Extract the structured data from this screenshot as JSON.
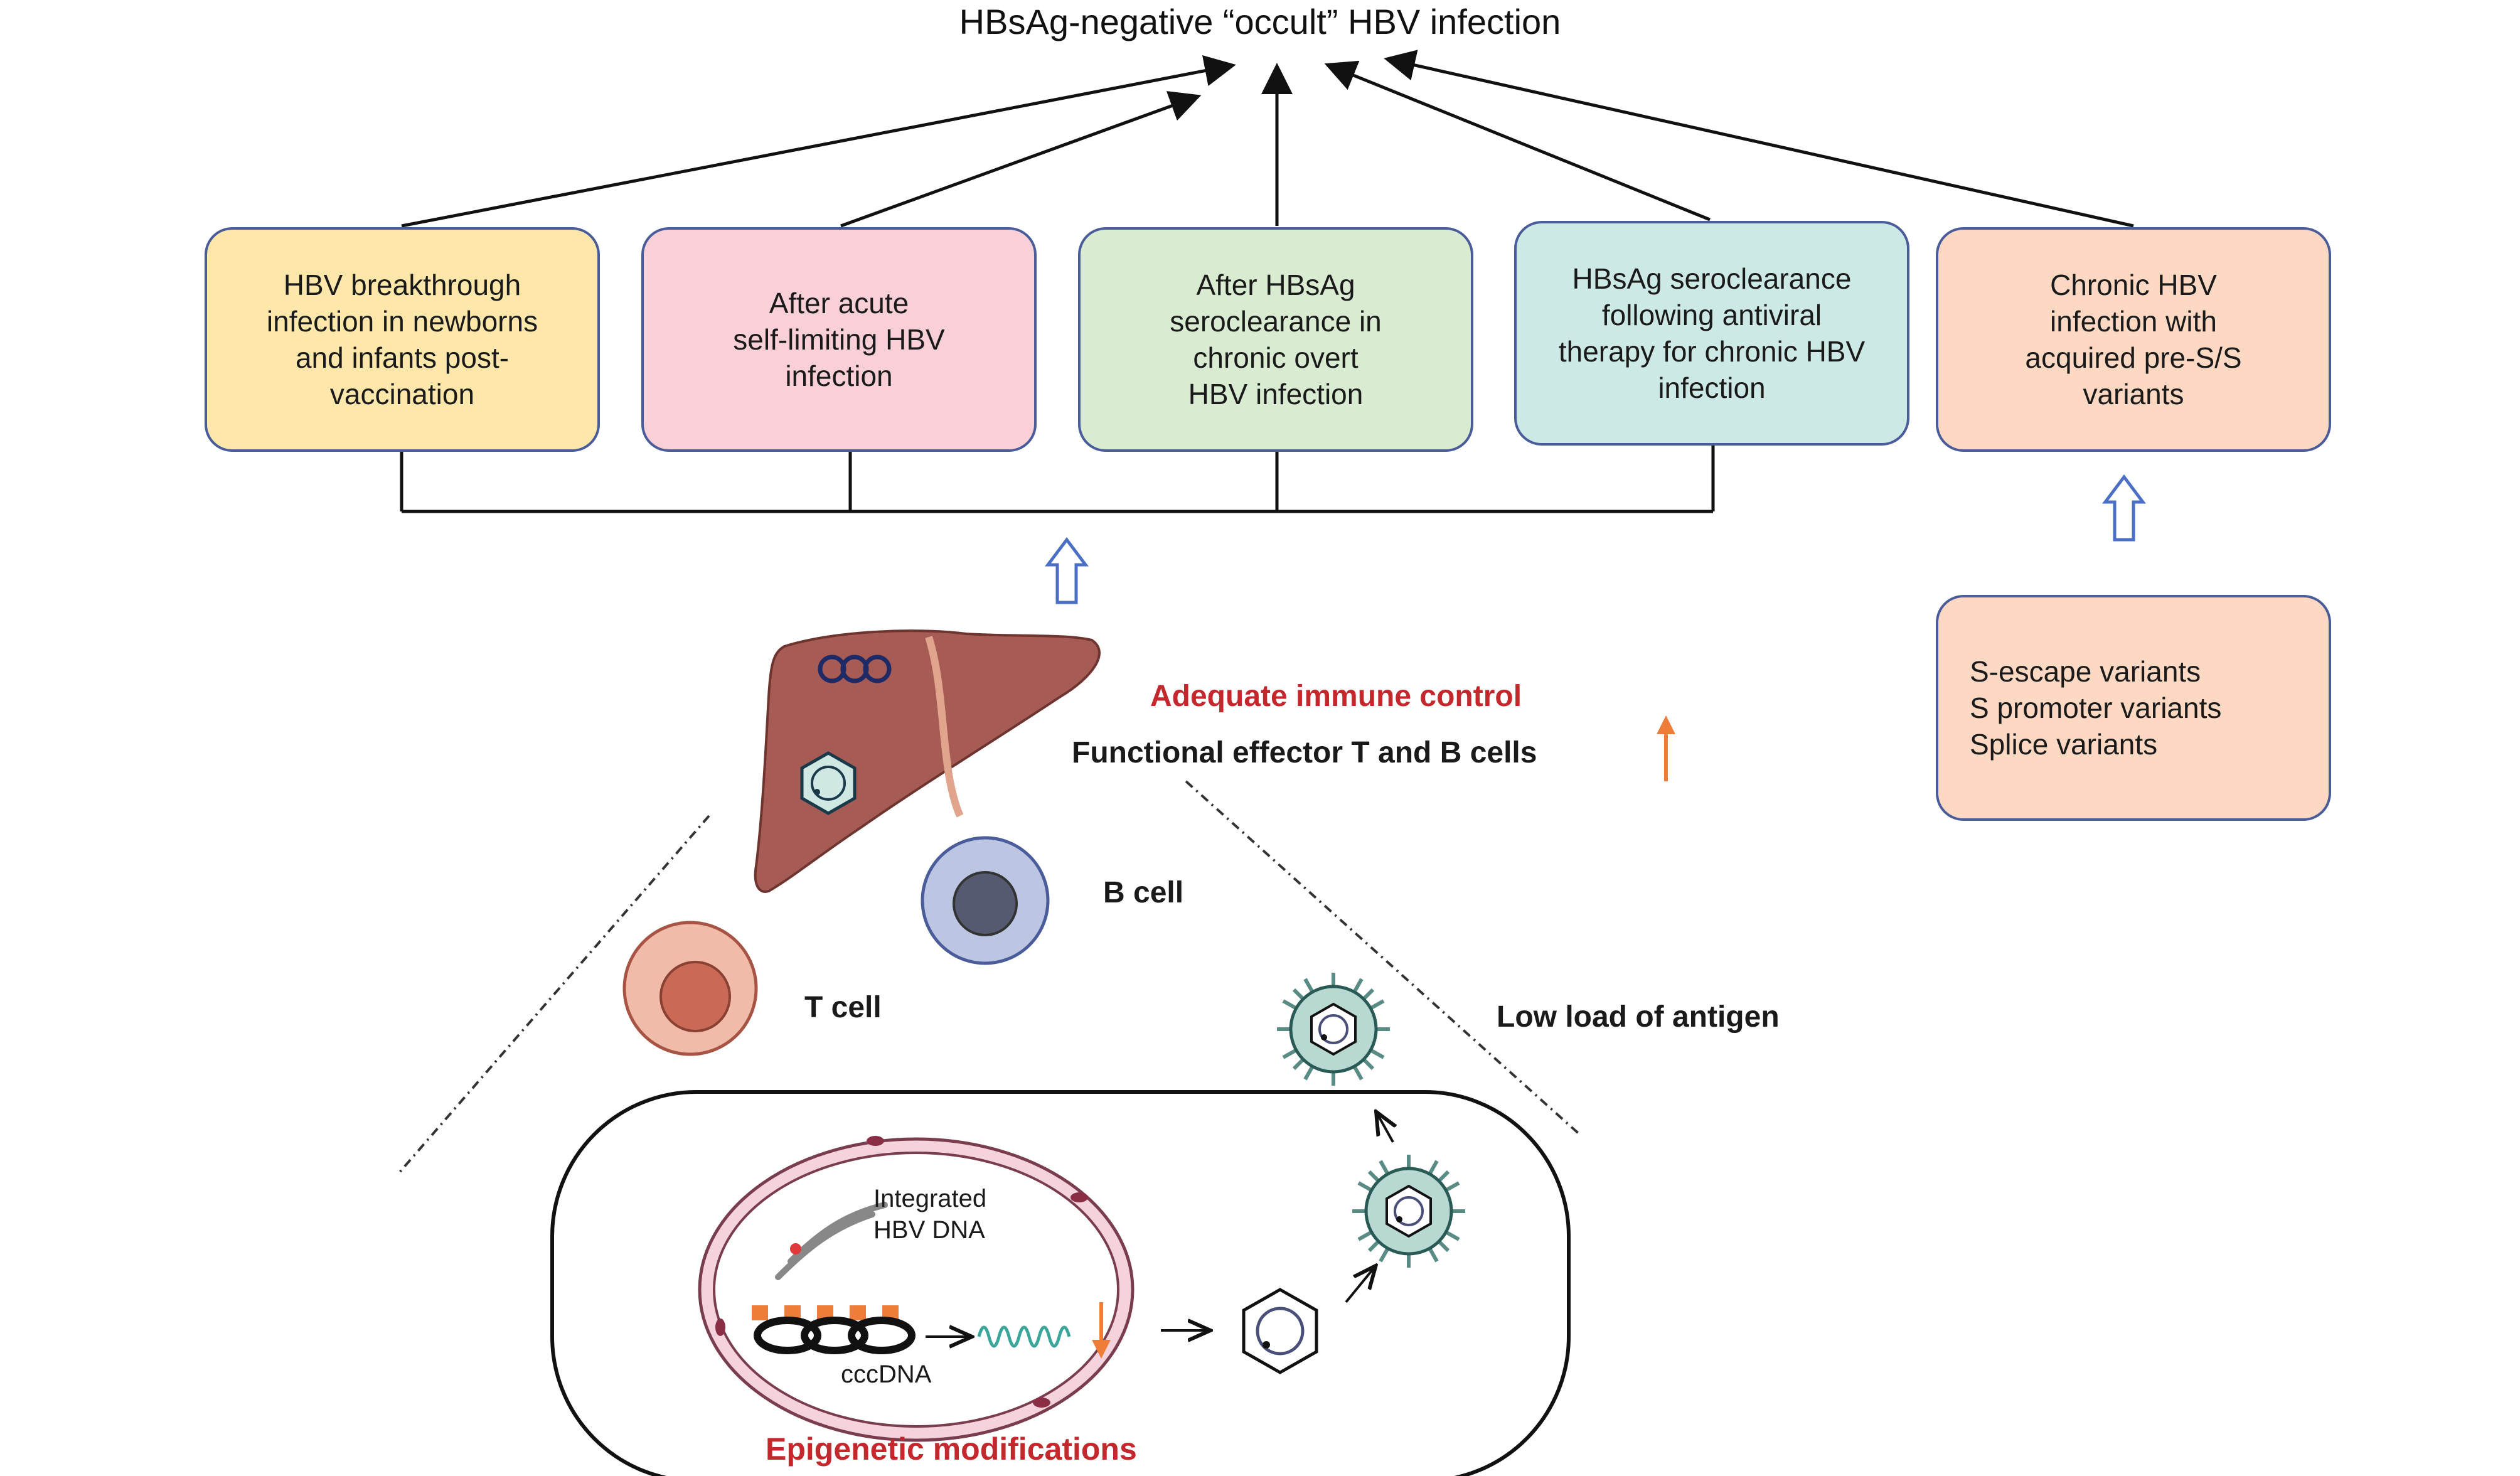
{
  "title": "HBsAg-negative “occult” HBV infection",
  "boxes": [
    {
      "text": "HBV breakthrough\ninfection in newborns\nand infants post-\nvaccination"
    },
    {
      "text": "After acute\nself-limiting HBV\ninfection"
    },
    {
      "text": "After HBsAg\nseroclearance in\nchronic overt\nHBV infection"
    },
    {
      "text": "HBsAg seroclearance\nfollowing antiviral\ntherapy for chronic HBV\ninfection"
    },
    {
      "text": "Chronic HBV\ninfection with\nacquired pre-S/S\nvariants"
    }
  ],
  "variants_box": {
    "text": "S-escape variants\nS promoter variants\nSplice variants"
  },
  "labels": {
    "immune_control": "Adequate immune control",
    "effector": "Functional effector T and B cells",
    "b_cell": "B cell",
    "t_cell": "T cell",
    "low_antigen": "Low load of antigen",
    "integrated": "Integrated\nHBV DNA",
    "cccdna": "cccDNA",
    "epigenetic": "Epigenetic modifications"
  },
  "colors": {
    "box_border": "#4a5c9a",
    "liver": "#a65b54",
    "red_text": "#c4282d",
    "orange_arrow": "#ee7d3a",
    "hollow_arrow": "#4a6fc4"
  }
}
